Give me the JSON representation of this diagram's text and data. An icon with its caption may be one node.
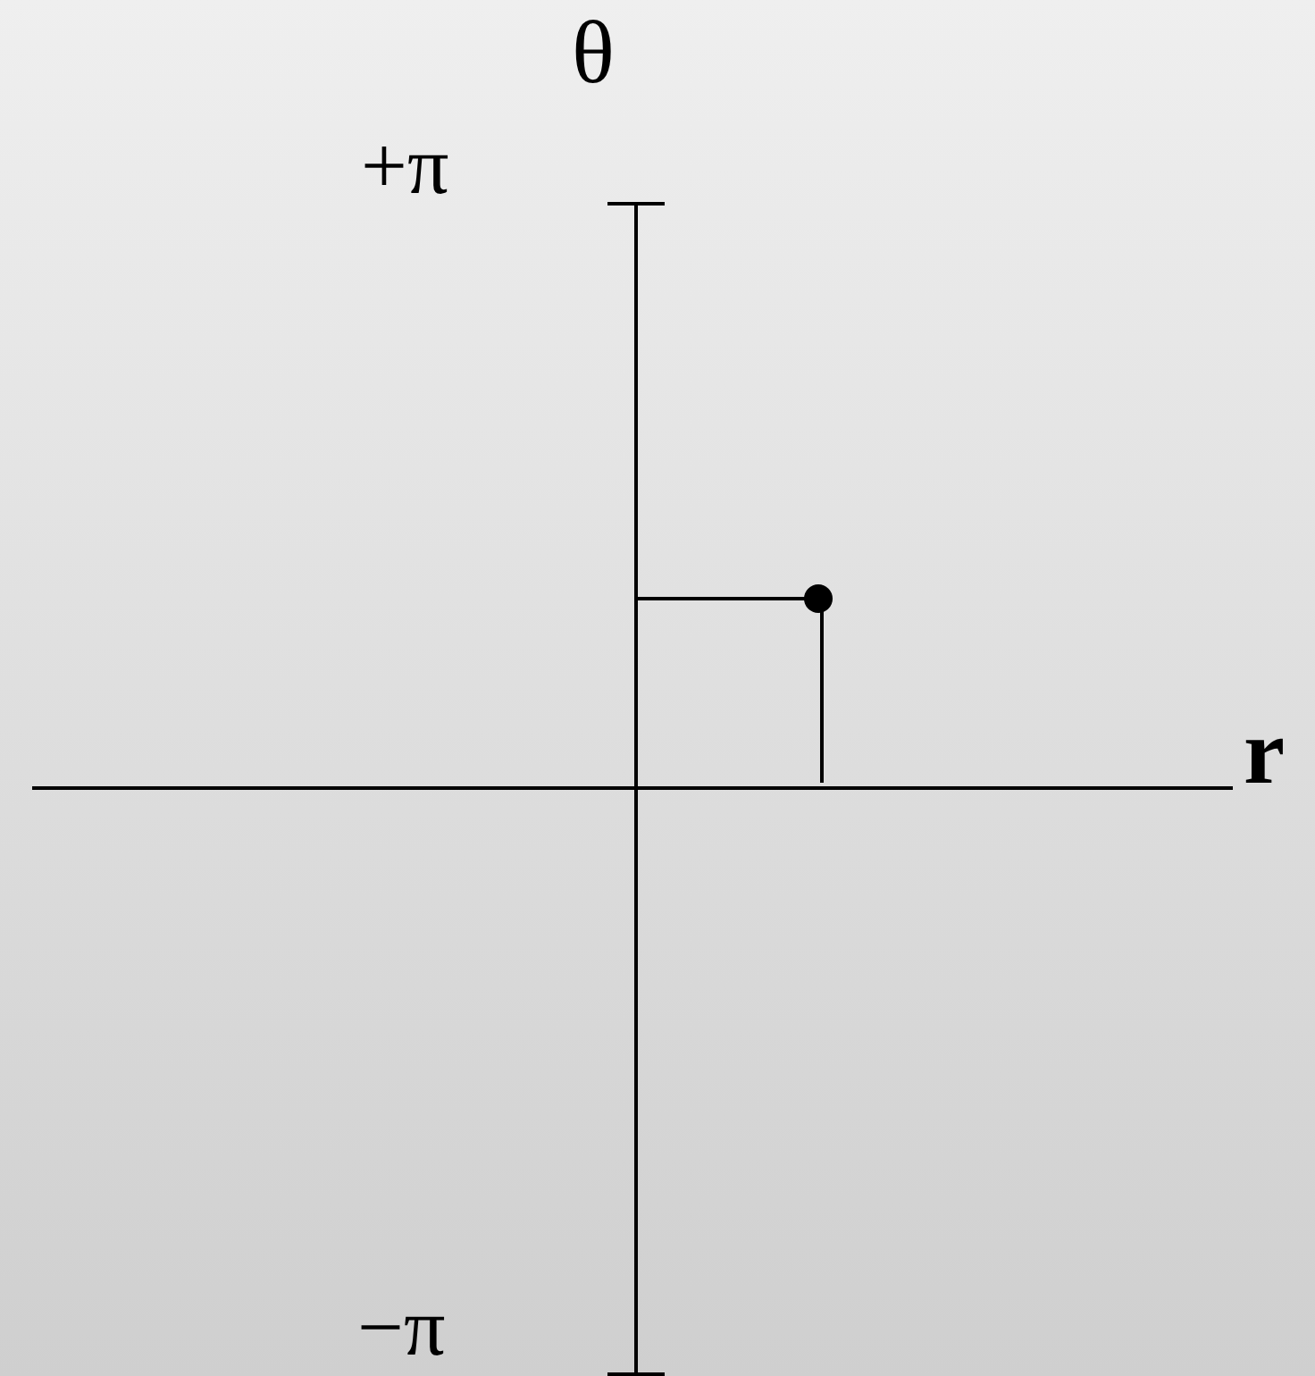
{
  "diagram": {
    "labels": [
      "θ",
      "+π",
      "r",
      "−π"
    ]
  }
}
